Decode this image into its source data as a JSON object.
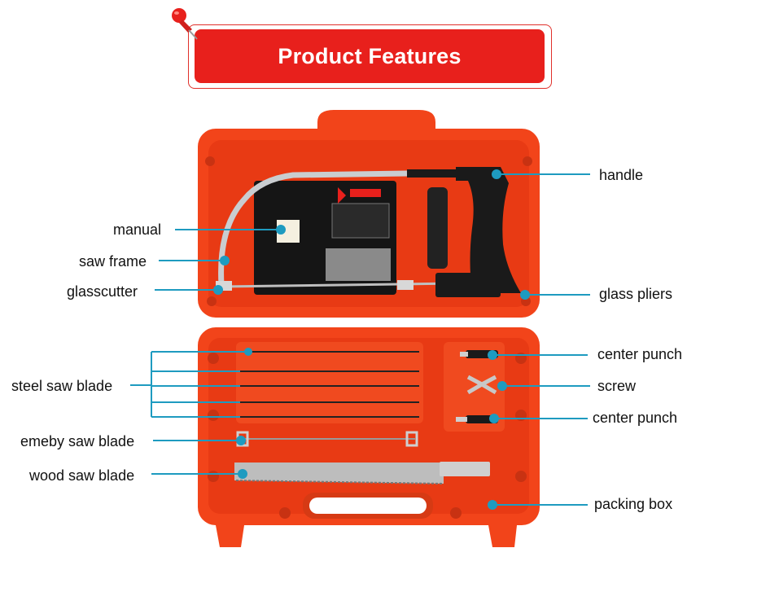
{
  "header": {
    "title": "Product Features"
  },
  "labels": {
    "handle": "handle",
    "manual": "manual",
    "saw_frame": "saw frame",
    "glasscutter": "glasscutter",
    "glass_pliers": "glass pliers",
    "steel_saw_blade": "steel saw blade",
    "center_punch_top": "center punch",
    "screw": "screw",
    "center_punch_bottom": "center punch",
    "emeby_saw_blade": "emeby saw blade",
    "wood_saw_blade": "wood saw blade",
    "packing_box": "packing box"
  },
  "colors": {
    "banner_red": "#e8201c",
    "case_orange": "#f2441a",
    "case_dark": "#c83212",
    "leader_line": "#1e9bc0",
    "handle_black": "#1a1a1a"
  }
}
